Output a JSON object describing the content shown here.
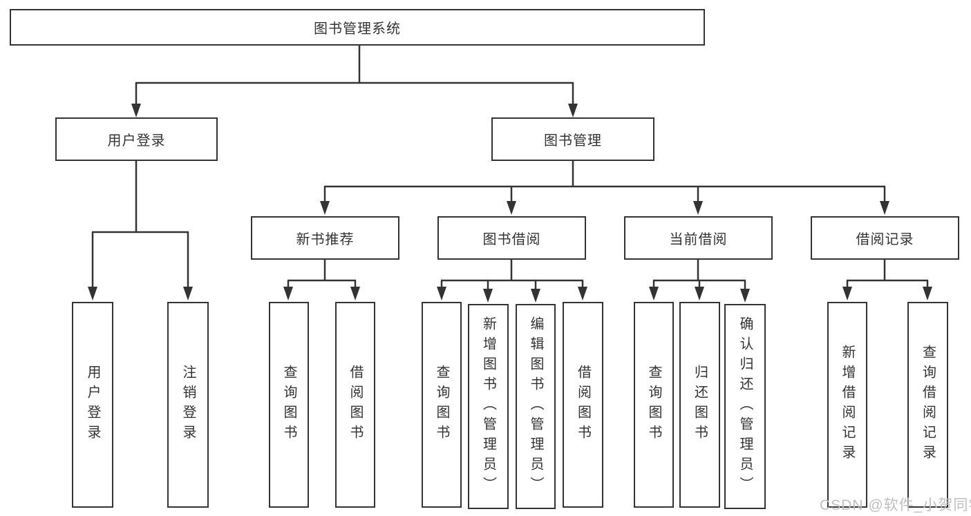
{
  "tree": {
    "root": "图书管理系统",
    "branches": [
      {
        "label": "用户登录",
        "children": [
          "用户登录",
          "注销登录"
        ]
      },
      {
        "label": "图书管理",
        "children": [
          {
            "label": "新书推荐",
            "children": [
              "查询图书",
              "借阅图书"
            ]
          },
          {
            "label": "图书借阅",
            "children": [
              "查询图书",
              "新增图书（管理员）",
              "编辑图书（管理员）",
              "借阅图书"
            ]
          },
          {
            "label": "当前借阅",
            "children": [
              "查询图书",
              "归还图书",
              "确认归还（管理员）"
            ]
          },
          {
            "label": "借阅记录",
            "children": [
              "新增借阅记录",
              "查询借阅记录"
            ]
          }
        ]
      }
    ]
  },
  "watermark": "CSDN @软件_小贺同学",
  "colors": {
    "line": "#333333",
    "text": "#333333",
    "box_fill": "#ffffff",
    "watermark": "#bfbfbf",
    "background": "#ffffff"
  }
}
